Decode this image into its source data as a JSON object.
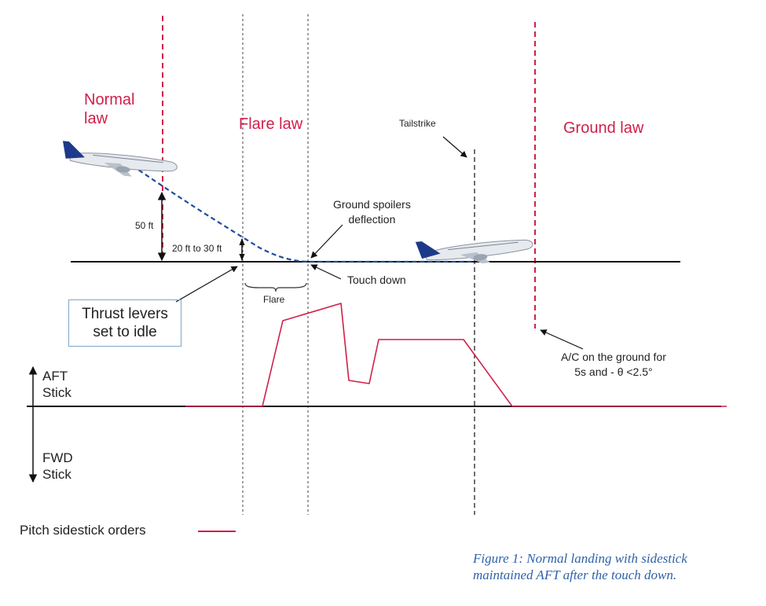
{
  "laws": {
    "normal": [
      "Normal",
      "law"
    ],
    "flare": "Flare law",
    "ground": "Ground law"
  },
  "markers": {
    "tailstrike": "Tailstrike",
    "ground_spoilers": [
      "Ground spoilers",
      "deflection"
    ],
    "touch_down": "Touch down",
    "flare": "Flare",
    "height_50": "50 ft",
    "height_20_30": "20 ft to 30 ft"
  },
  "thrust_box": [
    "Thrust levers",
    "set to idle"
  ],
  "ground_condition": [
    "A/C on the ground for",
    "5s and - θ <2.5°"
  ],
  "stick_axis": {
    "aft": [
      "AFT",
      "Stick"
    ],
    "fwd": [
      "FWD",
      "Stick"
    ]
  },
  "legend": "Pitch sidestick orders",
  "caption": [
    "Figure 1: Normal landing with sidestick",
    "maintained AFT after the touch down."
  ],
  "colors": {
    "law_red": "#d01f4a",
    "approach_path_blue": "#1f4e9c",
    "caption_blue": "#2f62a8",
    "box_border": "#7fa6c9",
    "aircraft_icon": "aircraft-icon"
  }
}
